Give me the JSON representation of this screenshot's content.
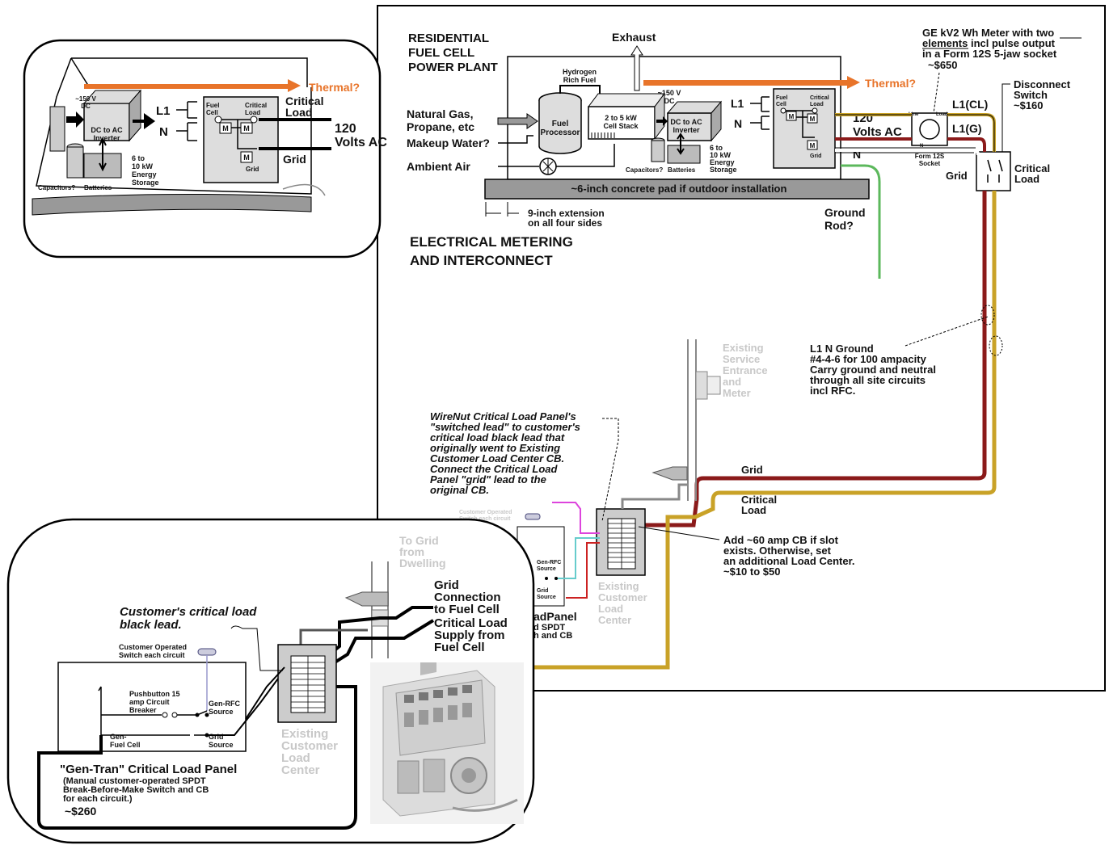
{
  "main": {
    "plant_title": [
      "RESIDENTIAL",
      "FUEL CELL",
      "POWER PLANT"
    ],
    "exhaust": "Exhaust",
    "hydrogen": [
      "Hydrogen",
      "Rich Fuel"
    ],
    "inputs": {
      "natural_gas": [
        "Natural Gas,",
        "Propane, etc"
      ],
      "makeup_water": "Makeup Water?",
      "ambient_air": "Ambient Air"
    },
    "fuel_processor": [
      "Fuel",
      "Processor"
    ],
    "cell_stack": [
      "2 to 5 kW",
      "Cell Stack"
    ],
    "dc_voltage": [
      "~150 V",
      "DC"
    ],
    "inverter": [
      "DC to AC",
      "Inverter"
    ],
    "capacitors": "Capacitors?",
    "batteries": "Batteries",
    "storage": [
      "6 to",
      "10 kW",
      "Energy",
      "Storage"
    ],
    "thermal": "Thermal?",
    "l1": "L1",
    "n": "N",
    "panel_labels": {
      "fuel_cell": [
        "Fuel",
        "Cell"
      ],
      "critical_load": [
        "Critical",
        "Load"
      ],
      "grid": "Grid",
      "m": "M"
    },
    "volts": [
      "120",
      "Volts AC"
    ],
    "meter_title": [
      "GE kV2 Wh Meter with two",
      "elements incl pulse output",
      "in a Form 12S 5-jaw socket",
      "~$650"
    ],
    "meter_line": "Line",
    "meter_load": "Load",
    "meter_n": "N",
    "socket": [
      "Form 12S",
      "Socket"
    ],
    "l1_cl": "L1(CL)",
    "l1_g": "L1(G)",
    "neutral_n": "N",
    "grid_label": "Grid",
    "disconnect": [
      "Disconnect",
      "Switch",
      "~$160"
    ],
    "critical_load": [
      "Critical",
      "Load"
    ],
    "pad": "~6-inch concrete pad if outdoor installation",
    "extension": [
      "9-inch extension",
      "on all four sides"
    ],
    "ground_rod": [
      "Ground",
      "Rod?"
    ],
    "metering_title": [
      "ELECTRICAL METERING",
      "AND INTERCONNECT"
    ],
    "service_entrance": [
      "Existing",
      "Service",
      "Entrance",
      "and",
      "Meter"
    ],
    "wire_spec": [
      "L1  N  Ground",
      "#4-4-6 for 100 ampacity",
      "Carry ground and neutral",
      "through all site circuits",
      "incl RFC."
    ],
    "wirenut_note": [
      "WireNut Critical Load Panel's",
      "\"switched lead\" to customer's",
      "critical load black lead that",
      "originally went to Existing",
      "Customer Load Center CB.",
      "Connect the Critical Load",
      "Panel \"grid\" lead to the",
      "original CB."
    ],
    "grid_wire": "Grid",
    "critical_load_wire": [
      "Critical",
      "Load"
    ],
    "add_cb": [
      "Add ~60 amp CB if slot",
      "exists.  Otherwise, set",
      "an additional Load Center.",
      "~$10 to $50"
    ],
    "existing_center": [
      "Existing",
      "Customer",
      "Load",
      "Center"
    ],
    "small_panel": {
      "customer_operated": "Customer Operated",
      "switch_each": "Switch each circuit",
      "gen_rfc": [
        "Gen-RFC",
        "Source"
      ],
      "grid_source": [
        "Grid",
        "Source"
      ],
      "loadpanel": "adPanel",
      "spdt": "d SPDT",
      "and_cb": "h and CB"
    }
  },
  "inset_top": {
    "dc_voltage": [
      "~150 V",
      "DC"
    ],
    "inverter": [
      "DC to AC",
      "Inverter"
    ],
    "capacitors": "Capacitors?",
    "batteries": "Batteries",
    "storage": [
      "6 to",
      "10 kW",
      "Energy",
      "Storage"
    ],
    "thermal": "Thermal?",
    "l1": "L1",
    "n": "N",
    "fuel_cell": [
      "Fuel",
      "Cell"
    ],
    "critical_load_small": [
      "Critical",
      "Load"
    ],
    "grid_small": "Grid",
    "m": "M",
    "critical_load": [
      "Critical",
      "Load"
    ],
    "volts": [
      "120",
      "Volts AC"
    ],
    "grid": "Grid"
  },
  "inset_bottom": {
    "to_grid": [
      "To Grid",
      "from",
      "Dwelling"
    ],
    "grid_connection": [
      "Grid",
      "Connection",
      "to Fuel Cell"
    ],
    "critical_supply": [
      "Critical Load",
      "Supply from",
      "Fuel Cell"
    ],
    "customer_note": [
      "Customer's critical load",
      "black lead."
    ],
    "customer_operated": [
      "Customer Operated",
      "Switch each circuit"
    ],
    "pushbutton": [
      "Pushbutton 15",
      "amp Circuit",
      "Breaker"
    ],
    "gen_rfc": [
      "Gen-RFC",
      "Source"
    ],
    "gen_fuel": [
      "Gen-",
      "Fuel Cell"
    ],
    "grid_source": [
      "Grid",
      "Source"
    ],
    "existing_center": [
      "Existing",
      "Customer",
      "Load",
      "Center"
    ],
    "gentran_title": "\"Gen-Tran\" Critical Load Panel",
    "gentran_desc": [
      "(Manual customer-operated SPDT",
      "Break-Before-Make Switch and CB",
      "for each circuit.)"
    ],
    "price": "~$260"
  },
  "colors": {
    "thermal": "#e8742a",
    "grid_wire": "#8b1a1a",
    "critical_wire": "#c9a227",
    "ground_wire": "#5cb85c",
    "faded": "#c8c8c8"
  }
}
